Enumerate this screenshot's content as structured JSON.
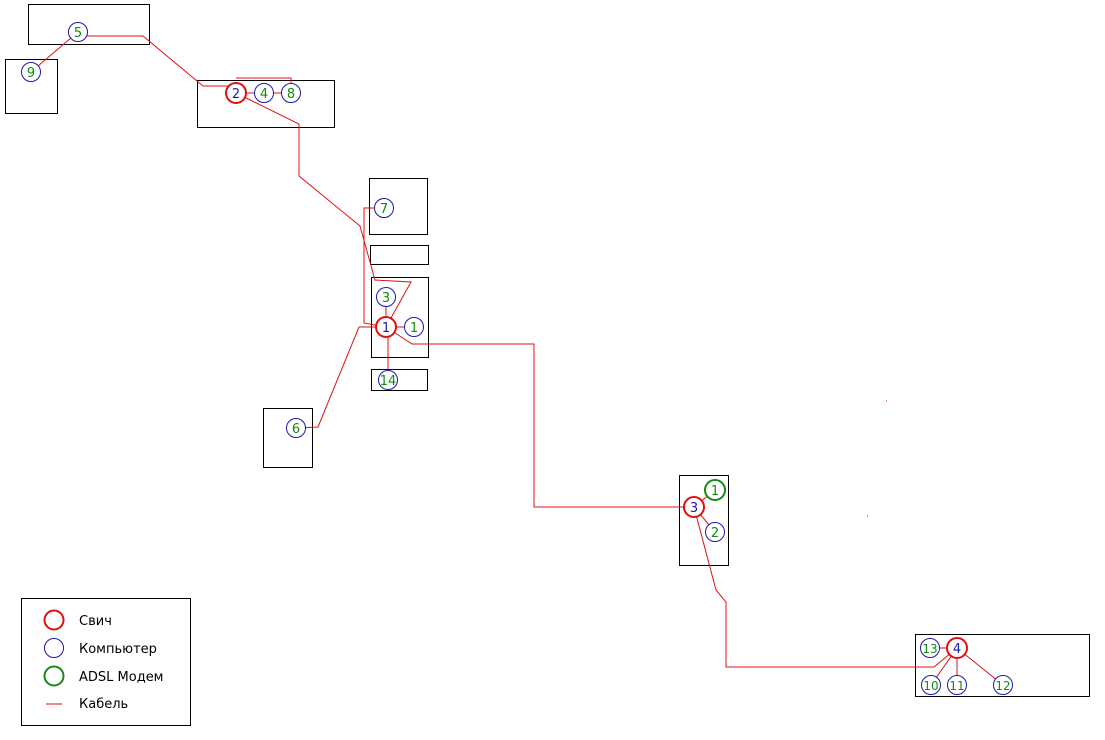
{
  "colors": {
    "switch": "#e01010",
    "computer": "#1a1aa8",
    "modem": "#148a14",
    "cable": "#e01010",
    "box": "#000000",
    "switch_text": "#1a1aa8",
    "device_text": "#148a14"
  },
  "nodes": {
    "s2": "2",
    "s1": "1",
    "s3": "3",
    "s4": "4",
    "c5": "5",
    "c9": "9",
    "c4": "4",
    "c8": "8",
    "c7": "7",
    "c3": "3",
    "c1": "1",
    "c14": "14",
    "c6": "6",
    "c2": "2",
    "c13": "13",
    "c10": "10",
    "c11": "11",
    "c12": "12",
    "m1": "1"
  },
  "legend": {
    "switch": "Свич",
    "computer": "Компьютер",
    "modem": "ADSL Модем",
    "cable": "Кабель"
  }
}
